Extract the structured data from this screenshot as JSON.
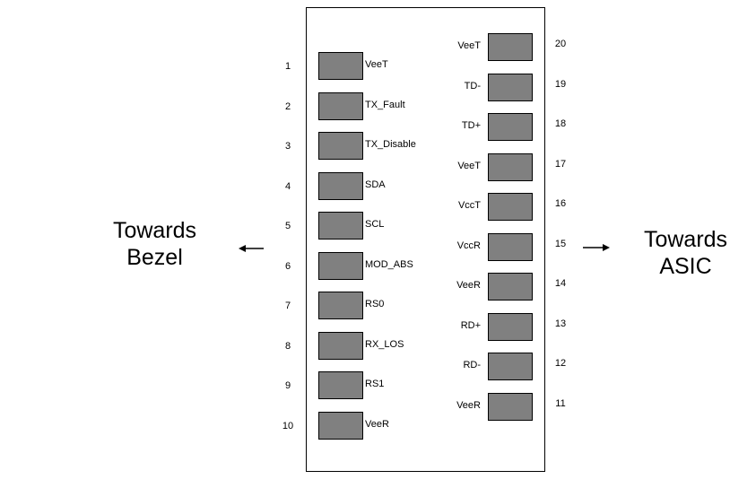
{
  "left_pins": [
    {
      "num": "1",
      "label": "VeeT"
    },
    {
      "num": "2",
      "label": "TX_Fault"
    },
    {
      "num": "3",
      "label": "TX_Disable"
    },
    {
      "num": "4",
      "label": "SDA"
    },
    {
      "num": "5",
      "label": "SCL"
    },
    {
      "num": "6",
      "label": "MOD_ABS"
    },
    {
      "num": "7",
      "label": "RS0"
    },
    {
      "num": "8",
      "label": "RX_LOS"
    },
    {
      "num": "9",
      "label": "RS1"
    },
    {
      "num": "10",
      "label": "VeeR"
    }
  ],
  "right_pins": [
    {
      "num": "20",
      "label": "VeeT"
    },
    {
      "num": "19",
      "label": "TD-"
    },
    {
      "num": "18",
      "label": "TD+"
    },
    {
      "num": "17",
      "label": "VeeT"
    },
    {
      "num": "16",
      "label": "VccT"
    },
    {
      "num": "15",
      "label": "VccR"
    },
    {
      "num": "14",
      "label": "VeeR"
    },
    {
      "num": "13",
      "label": "RD+"
    },
    {
      "num": "12",
      "label": "RD-"
    },
    {
      "num": "11",
      "label": "VeeR"
    }
  ],
  "left_direction": {
    "line1": "Towards",
    "line2": "Bezel"
  },
  "right_direction": {
    "line1": "Towards",
    "line2": "ASIC"
  },
  "colors": {
    "pad": "#808080",
    "outline": "#000000"
  }
}
